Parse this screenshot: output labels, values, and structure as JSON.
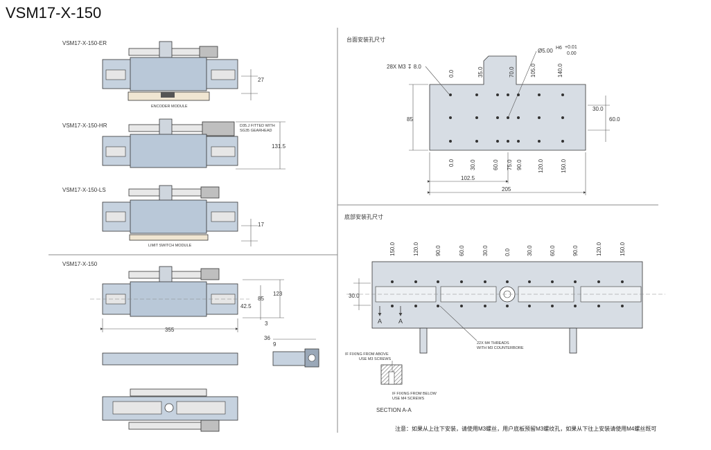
{
  "title": "VSM17-X-150",
  "left": {
    "views": [
      {
        "name": "VSM17-X-150-ER",
        "dim": "27",
        "module": "ENCODER MODULE"
      },
      {
        "name": "VSM17-X-150-HR",
        "dim": "131.5",
        "callout_line1": "D35.J FITTED WITH",
        "callout_line2": "SG35 GEARHEAD"
      },
      {
        "name": "VSM17-X-150-LS",
        "dim": "17",
        "module": "LIMIT SWITCH MODULE"
      },
      {
        "name": "VSM17-X-150",
        "dim_width": "355",
        "dim_height": "123",
        "dim_inner": "85",
        "dim_center": "42.5",
        "dim_bottom": "3"
      }
    ],
    "side_dims": {
      "a": "36",
      "b": "9"
    }
  },
  "top_mount": {
    "title": "台面安装孔尺寸",
    "holes_callout": "28X M3 ↧ 8.0",
    "pin_callout": "Ø5.00",
    "tol_label": "H6",
    "tol_upper": "+0.01",
    "tol_lower": "0.00",
    "top_x_labels": [
      "0.0",
      "35.0",
      "70.0",
      "105.0",
      "140.0"
    ],
    "bottom_x_labels": [
      "0.0",
      "30.0",
      "60.0",
      "75.0",
      "90.0",
      "120.0",
      "150.0"
    ],
    "dim_height": "85",
    "dim_right_inner": "30.0",
    "dim_right_outer": "60.0",
    "dim_half": "102.5",
    "dim_total": "205"
  },
  "bottom_mount": {
    "title": "底部安装孔尺寸",
    "x_labels": [
      "150.0",
      "120.0",
      "90.0",
      "60.0",
      "30.0",
      "0.0",
      "30.0",
      "60.0",
      "90.0",
      "120.0",
      "150.0"
    ],
    "dim_left": "30.0",
    "section_marker": "A",
    "thread_callout_line1": "22X M4 THREADS",
    "thread_callout_line2": "WITH M3 COUNTERBORE",
    "fix_above_line1": "IF FIXING FROM ABOVE",
    "fix_above_line2": "USE M3 SCREWS",
    "fix_below_line1": "IF FIXING FROM BELOW",
    "fix_below_line2": "USE M4 SCREWS",
    "section_label": "SECTION A-A"
  },
  "note": "注意：如果从上往下安装，请使用M3螺丝，用户底板预留M3螺纹孔，如果从下往上安装请使用M4螺丝既可"
}
